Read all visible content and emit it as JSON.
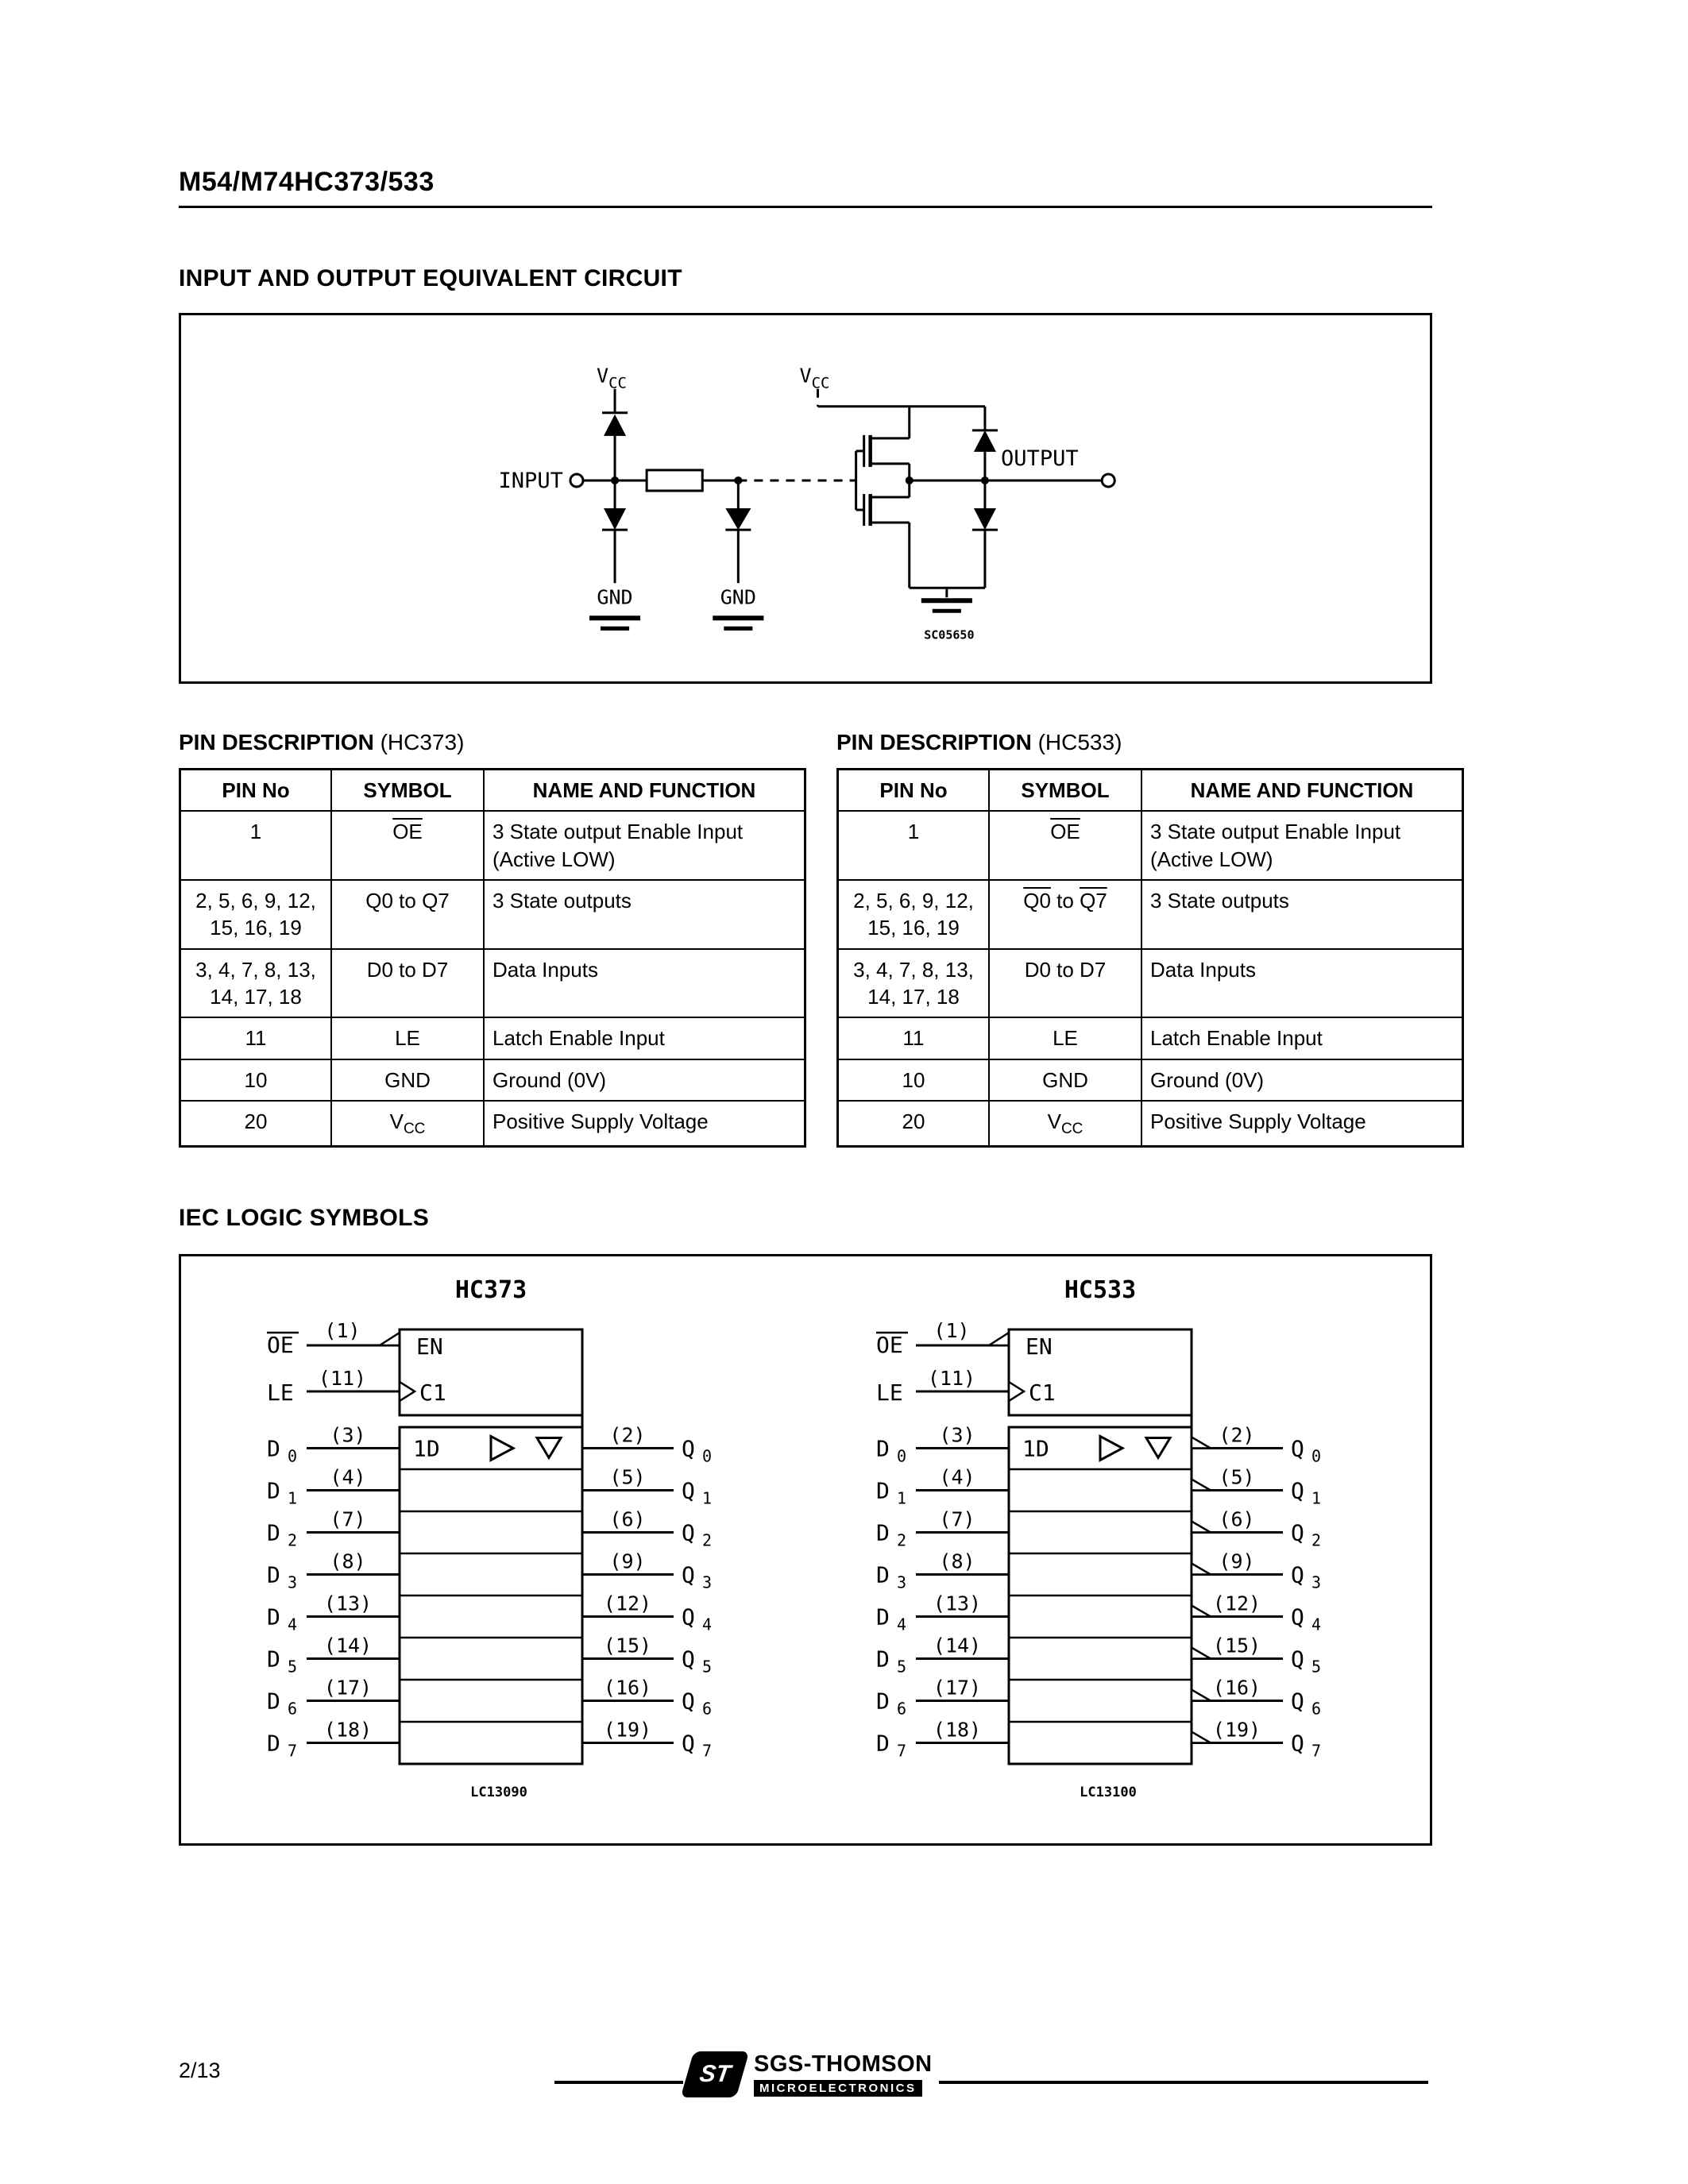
{
  "header": {
    "title": "M54/M74HC373/533"
  },
  "equivalent_circuit": {
    "title": "INPUT AND OUTPUT EQUIVALENT CIRCUIT",
    "labels": {
      "vcc_v": "V",
      "vcc_sub": "CC",
      "input": "INPUT",
      "output": "OUTPUT",
      "gnd": "GND",
      "figure_code": "SC05650"
    }
  },
  "pin_tables": [
    {
      "title_bold": "PIN DESCRIPTION",
      "title_suffix": "(HC373)",
      "headers": [
        "PIN No",
        "SYMBOL",
        "NAME AND FUNCTION"
      ],
      "rows": [
        {
          "pin": "1",
          "symbol": [
            {
              "t": "OE",
              "ov": true
            }
          ],
          "func": "3 State output Enable Input (Active LOW)"
        },
        {
          "pin": "2, 5, 6, 9, 12, 15, 16, 19",
          "symbol": [
            {
              "t": "Q0 to Q7"
            }
          ],
          "func": "3 State outputs"
        },
        {
          "pin": "3, 4, 7, 8, 13, 14, 17, 18",
          "symbol": [
            {
              "t": "D0 to D7"
            }
          ],
          "func": "Data Inputs"
        },
        {
          "pin": "11",
          "symbol": [
            {
              "t": "LE"
            }
          ],
          "func": "Latch Enable Input"
        },
        {
          "pin": "10",
          "symbol": [
            {
              "t": "GND"
            }
          ],
          "func": "Ground (0V)"
        },
        {
          "pin": "20",
          "symbol": [
            {
              "t": "V"
            },
            {
              "t": "CC",
              "sub": true
            }
          ],
          "func": "Positive Supply Voltage"
        }
      ]
    },
    {
      "title_bold": "PIN DESCRIPTION",
      "title_suffix": "(HC533)",
      "headers": [
        "PIN No",
        "SYMBOL",
        "NAME AND FUNCTION"
      ],
      "rows": [
        {
          "pin": "1",
          "symbol": [
            {
              "t": "OE",
              "ov": true
            }
          ],
          "func": "3 State output Enable Input (Active LOW)"
        },
        {
          "pin": "2, 5, 6, 9, 12, 15, 16, 19",
          "symbol": [
            {
              "t": "Q0",
              "ov": true
            },
            {
              "t": " to "
            },
            {
              "t": "Q7",
              "ov": true
            }
          ],
          "func": "3 State outputs"
        },
        {
          "pin": "3, 4, 7, 8, 13, 14, 17, 18",
          "symbol": [
            {
              "t": "D0 to D7"
            }
          ],
          "func": "Data Inputs"
        },
        {
          "pin": "11",
          "symbol": [
            {
              "t": "LE"
            }
          ],
          "func": "Latch Enable Input"
        },
        {
          "pin": "10",
          "symbol": [
            {
              "t": "GND"
            }
          ],
          "func": "Ground (0V)"
        },
        {
          "pin": "20",
          "symbol": [
            {
              "t": "V"
            },
            {
              "t": "CC",
              "sub": true
            }
          ],
          "func": "Positive Supply Voltage"
        }
      ]
    }
  ],
  "iec": {
    "title": "IEC LOGIC SYMBOLS",
    "symbols": [
      {
        "name": "HC373",
        "figure_code": "LC13090",
        "inverted_outputs": false,
        "oe_label": "OE",
        "oe_pin": "(1)",
        "en_label": "EN",
        "le_label": "LE",
        "le_pin": "(11)",
        "c1_label": "C1",
        "first_cell_label": "1D",
        "rows": [
          {
            "din": "D",
            "dsub": "0",
            "dpin": "(3)",
            "qpin": "(2)",
            "qout": "Q",
            "qsub": "0"
          },
          {
            "din": "D",
            "dsub": "1",
            "dpin": "(4)",
            "qpin": "(5)",
            "qout": "Q",
            "qsub": "1"
          },
          {
            "din": "D",
            "dsub": "2",
            "dpin": "(7)",
            "qpin": "(6)",
            "qout": "Q",
            "qsub": "2"
          },
          {
            "din": "D",
            "dsub": "3",
            "dpin": "(8)",
            "qpin": "(9)",
            "qout": "Q",
            "qsub": "3"
          },
          {
            "din": "D",
            "dsub": "4",
            "dpin": "(13)",
            "qpin": "(12)",
            "qout": "Q",
            "qsub": "4"
          },
          {
            "din": "D",
            "dsub": "5",
            "dpin": "(14)",
            "qpin": "(15)",
            "qout": "Q",
            "qsub": "5"
          },
          {
            "din": "D",
            "dsub": "6",
            "dpin": "(17)",
            "qpin": "(16)",
            "qout": "Q",
            "qsub": "6"
          },
          {
            "din": "D",
            "dsub": "7",
            "dpin": "(18)",
            "qpin": "(19)",
            "qout": "Q",
            "qsub": "7"
          }
        ]
      },
      {
        "name": "HC533",
        "figure_code": "LC13100",
        "inverted_outputs": true,
        "oe_label": "OE",
        "oe_pin": "(1)",
        "en_label": "EN",
        "le_label": "LE",
        "le_pin": "(11)",
        "c1_label": "C1",
        "first_cell_label": "1D",
        "rows": [
          {
            "din": "D",
            "dsub": "0",
            "dpin": "(3)",
            "qpin": "(2)",
            "qout": "Q",
            "qsub": "0"
          },
          {
            "din": "D",
            "dsub": "1",
            "dpin": "(4)",
            "qpin": "(5)",
            "qout": "Q",
            "qsub": "1"
          },
          {
            "din": "D",
            "dsub": "2",
            "dpin": "(7)",
            "qpin": "(6)",
            "qout": "Q",
            "qsub": "2"
          },
          {
            "din": "D",
            "dsub": "3",
            "dpin": "(8)",
            "qpin": "(9)",
            "qout": "Q",
            "qsub": "3"
          },
          {
            "din": "D",
            "dsub": "4",
            "dpin": "(13)",
            "qpin": "(12)",
            "qout": "Q",
            "qsub": "4"
          },
          {
            "din": "D",
            "dsub": "5",
            "dpin": "(14)",
            "qpin": "(15)",
            "qout": "Q",
            "qsub": "5"
          },
          {
            "din": "D",
            "dsub": "6",
            "dpin": "(17)",
            "qpin": "(16)",
            "qout": "Q",
            "qsub": "6"
          },
          {
            "din": "D",
            "dsub": "7",
            "dpin": "(18)",
            "qpin": "(19)",
            "qout": "Q",
            "qsub": "7"
          }
        ]
      }
    ]
  },
  "footer": {
    "page_number": "2/13",
    "logo_text": "ST",
    "brand": "SGS-THOMSON",
    "brand_sub": "MICROELECTRONICS"
  }
}
